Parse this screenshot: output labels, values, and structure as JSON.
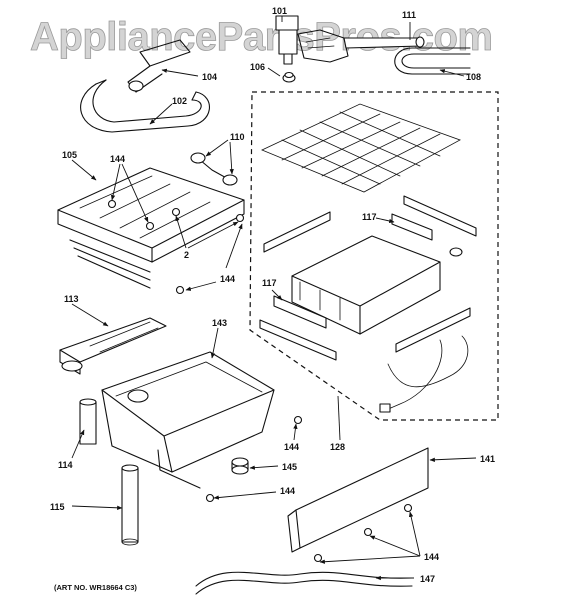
{
  "watermark": "AppliancePartsPros.com",
  "art_number": "(ART NO. WR18664 C3)",
  "callouts": {
    "p101": "101",
    "p111": "111",
    "p106": "106",
    "p104": "104",
    "p108": "108",
    "p102": "102",
    "p110": "110",
    "p105": "105",
    "p144a": "144",
    "p2": "2",
    "p117a": "117",
    "p117b": "117",
    "p144b": "144",
    "p113": "113",
    "p143": "143",
    "p114": "114",
    "p144c": "144",
    "p128": "128",
    "p145": "145",
    "p141": "141",
    "p144d": "144",
    "p115": "115",
    "p144e": "144",
    "p147": "147"
  }
}
